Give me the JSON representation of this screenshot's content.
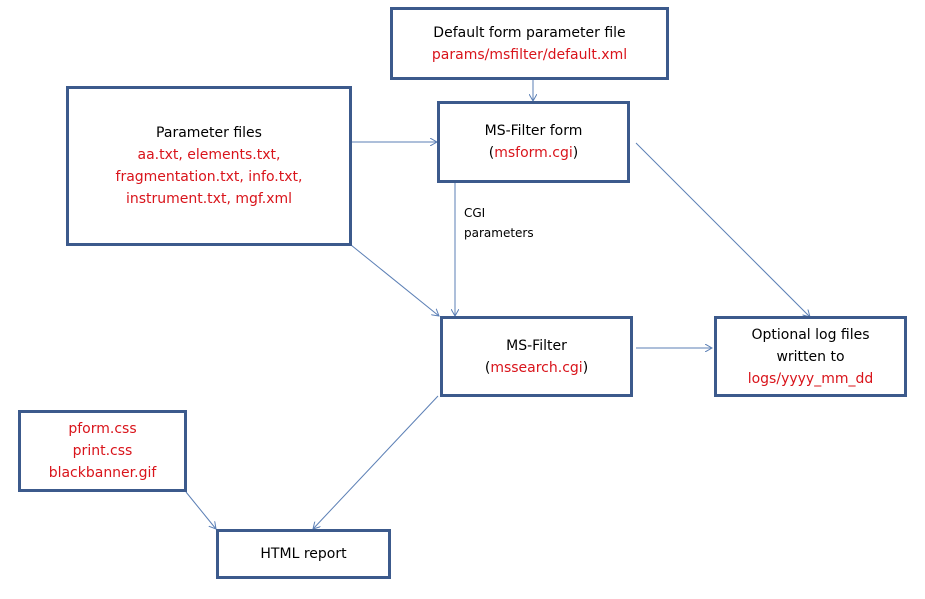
{
  "nodes": {
    "default_params": {
      "title": "Default form parameter file",
      "files": [
        "params/msfilter/default.xml"
      ]
    },
    "param_files": {
      "title": "Parameter files",
      "files": [
        "aa.txt, elements.txt,",
        "fragmentation.txt, info.txt,",
        "instrument.txt, mgf.xml"
      ]
    },
    "msform": {
      "title": "MS-Filter form",
      "prefix": "(",
      "file": "msform.cgi",
      "suffix": ")"
    },
    "mssearch": {
      "title": "MS-Filter",
      "prefix": "(",
      "file": "mssearch.cgi",
      "suffix": ")"
    },
    "log_files": {
      "title_line1": "Optional log files",
      "title_line2": "written to",
      "file": "logs/yyyy_mm_dd"
    },
    "styles": {
      "files": [
        "pform.css",
        "print.css",
        "blackbanner.gif"
      ]
    },
    "report": {
      "title": "HTML report"
    }
  },
  "edge_labels": {
    "cgi_params_line1": "CGI",
    "cgi_params_line2": "parameters"
  },
  "colors": {
    "border": "#3c5a8c",
    "arrow": "#5b7fb5",
    "file_text": "#d9141b"
  }
}
